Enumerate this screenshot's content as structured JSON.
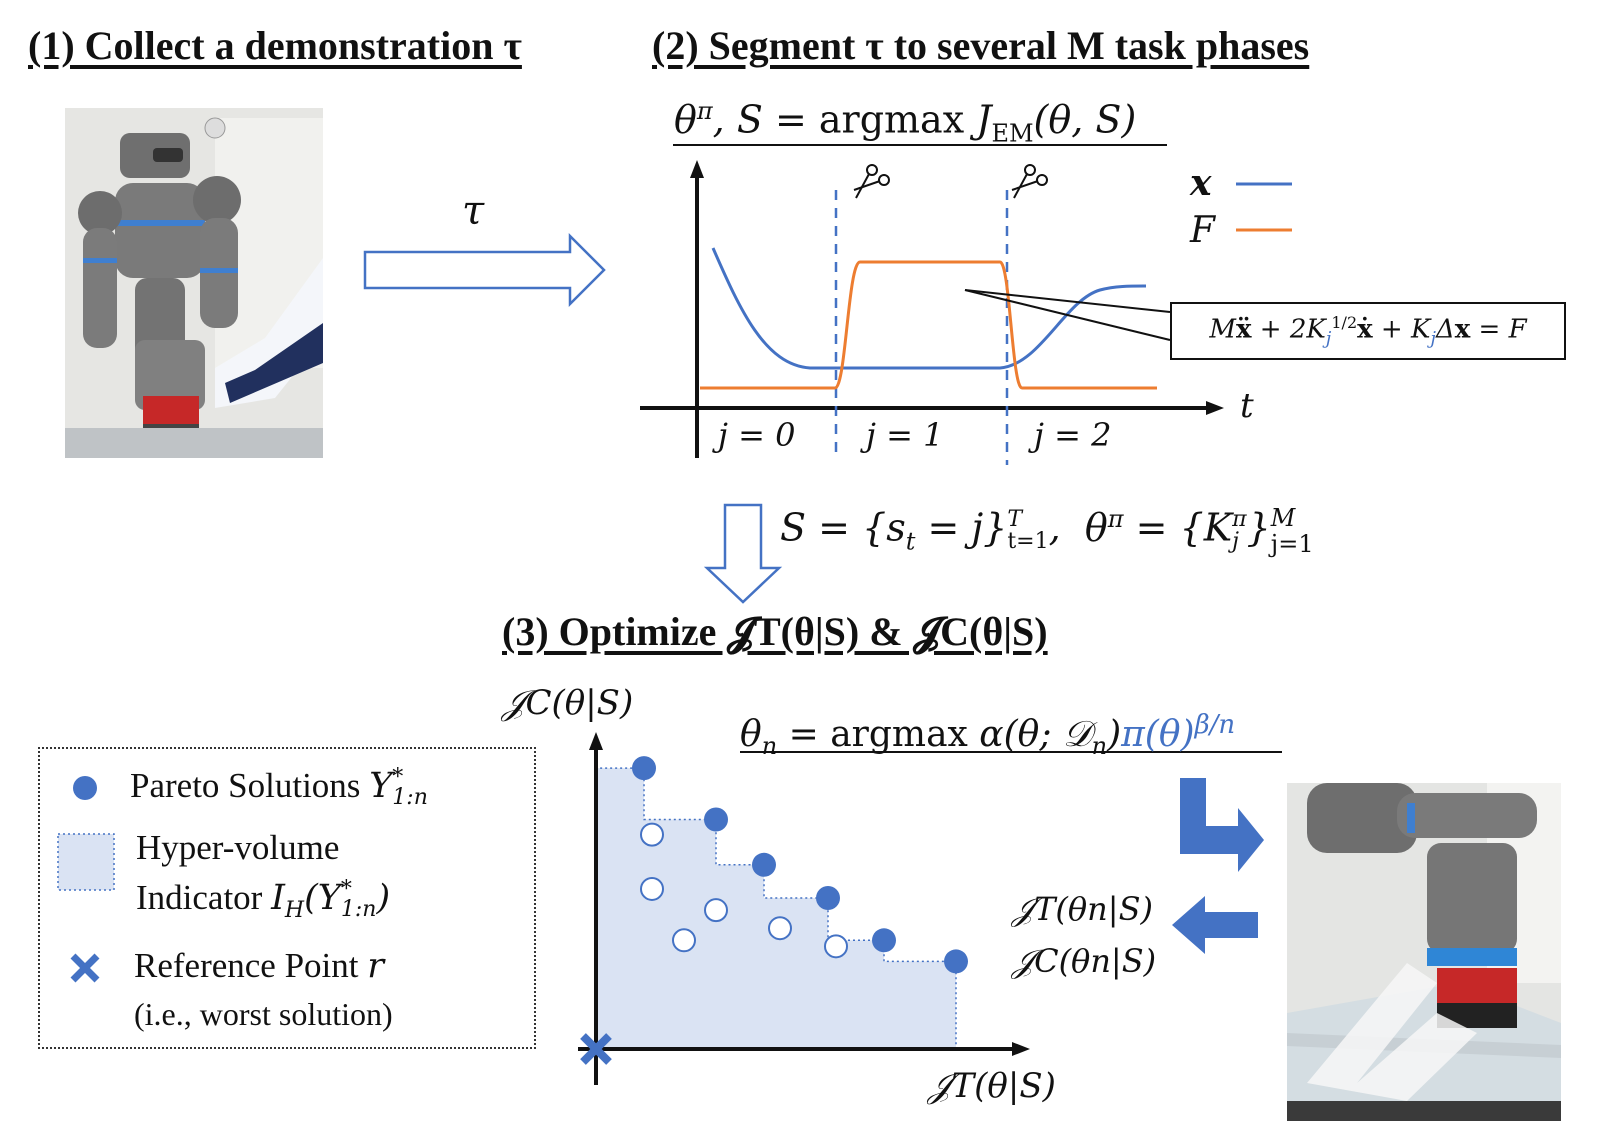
{
  "headings": {
    "step1": "(1) Collect a demonstration τ",
    "step2": "(2) Segment τ to several M task phases",
    "step3": "(3) Optimize 𝓙T(θ|S) & 𝓙C(θ|S)"
  },
  "arrow_label": "τ",
  "em_equation": "θπ, S = argmax JEM(θ, S)",
  "signal_legend": {
    "x_label": "x",
    "f_label": "F"
  },
  "time_axis_label": "t",
  "phases": [
    "j = 0",
    "j = 1",
    "j = 2"
  ],
  "dynamics_equation": "Mẍ + 2Kj1/2ẋ + KjΔx = F",
  "segment_result": "S = {st = j}t=1T,  θπ = {Kjπ}j=1M",
  "acquisition_equation": "θn = argmax α(θ; 𝒟n)π(θ)β/n",
  "pareto_axes": {
    "y_label": "𝒥C(θ|S)",
    "x_label": "𝒥T(θ|S)"
  },
  "evaluation": {
    "line1": "𝒥T(θn|S)",
    "line2": "𝒥C(θn|S)"
  },
  "legend": {
    "pareto": "Pareto Solutions Y*1:n",
    "hv_line1": "Hyper-volume",
    "hv_line2": "Indicator IH(Y*1:n)",
    "ref_line1": "Reference Point r",
    "ref_line2": "(i.e., worst solution)"
  },
  "colors": {
    "x_signal": "#4472C4",
    "f_signal": "#ED7D31",
    "accent": "#4472C4",
    "fill": "#DAE3F3"
  },
  "icons": {
    "scissors": "scissors-icon",
    "reference": "cross-icon"
  },
  "chart_data": {
    "type": "scatter",
    "title": "",
    "xlabel": "𝒥T(θ|S)",
    "ylabel": "𝒥C(θ|S)",
    "pareto_points": [
      [
        0.6,
        9.3
      ],
      [
        1.5,
        7.6
      ],
      [
        2.1,
        6.1
      ],
      [
        2.9,
        5.0
      ],
      [
        3.6,
        3.6
      ],
      [
        4.5,
        2.9
      ]
    ],
    "dominated_points": [
      [
        0.7,
        7.1
      ],
      [
        0.7,
        5.3
      ],
      [
        1.5,
        4.6
      ],
      [
        2.3,
        4.0
      ],
      [
        1.1,
        3.6
      ],
      [
        3.0,
        3.4
      ]
    ],
    "reference_point": [
      0,
      0
    ],
    "grid": false
  }
}
